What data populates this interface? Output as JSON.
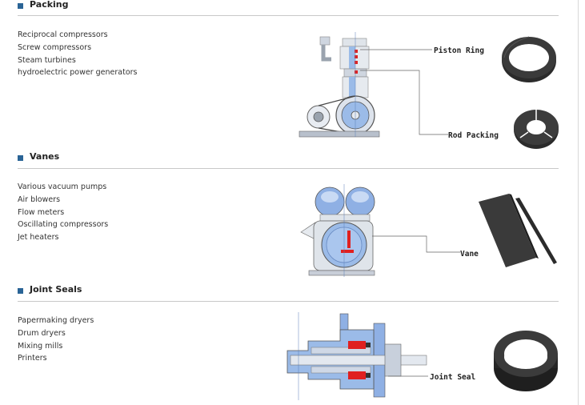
{
  "sections": [
    {
      "title": "Packing",
      "uses": [
        "Reciprocal compressors",
        "Screw compressors",
        "Steam turbines",
        "hydroelectric power generators"
      ]
    },
    {
      "title": "Vanes",
      "uses": [
        "Various vacuum pumps",
        "Air blowers",
        "Flow meters",
        "Oscillating compressors",
        "Jet heaters"
      ]
    },
    {
      "title": "Joint Seals",
      "uses": [
        "Papermaking dryers",
        "Drum dryers",
        "Mixing mills",
        "Printers"
      ]
    }
  ],
  "callouts": {
    "piston_ring": "Piston Ring",
    "rod_packing": "Rod Packing",
    "vane": "Vane",
    "joint_seal": "Joint Seal"
  },
  "colors": {
    "accent": "#2a6496",
    "machine_blue": "#7ea6e0",
    "seal_red": "#e02020",
    "carbon": "#2b2b2b"
  }
}
